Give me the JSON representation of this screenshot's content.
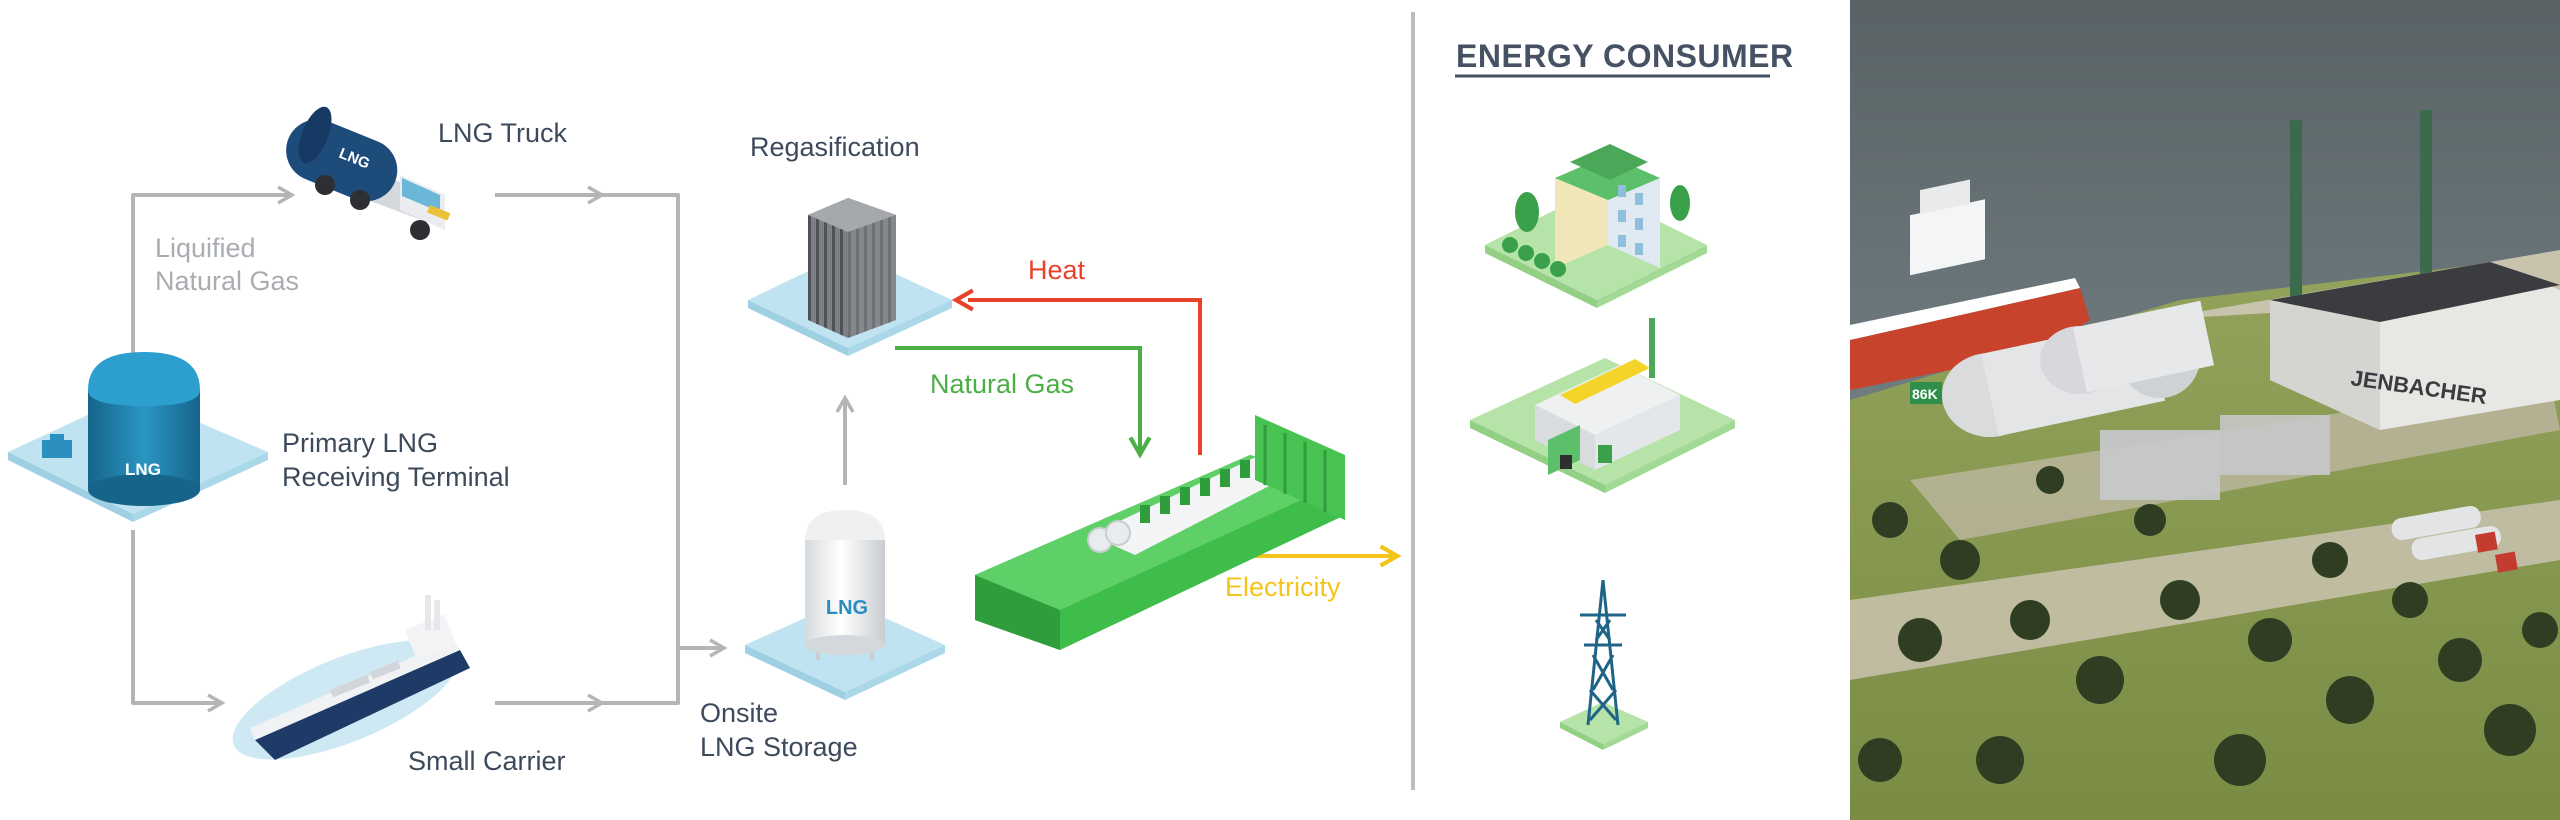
{
  "labels": {
    "lng_truck": "LNG Truck",
    "liquified": "Liquified",
    "natural_gas_grey": "Natural Gas",
    "primary_line1": "Primary LNG",
    "primary_line2": "Receiving Terminal",
    "small_carrier": "Small Carrier",
    "regasification": "Regasification",
    "heat": "Heat",
    "natural_gas": "Natural Gas",
    "electricity": "Electricity",
    "onsite_line1": "Onsite",
    "onsite_line2": "LNG Storage",
    "energy_consumer": "ENERGY CONSUMER",
    "terminal_tank_text": "LNG",
    "truck_tank_text": "LNG",
    "storage_tank_text": "LNG",
    "photo_tank_text": "86K",
    "photo_building_text": "JENBACHER"
  },
  "colors": {
    "flow_grey": "#b3b5b7",
    "heat_red": "#e8412c",
    "gas_green": "#4caf45",
    "electric_yellow": "#f4c41a",
    "engine_green": "#3ebd4a",
    "tank_blue": "#1f7ea6",
    "platform_blue": "#bfe3f0",
    "title_text": "#465263",
    "divider": "#bdbdbd"
  }
}
